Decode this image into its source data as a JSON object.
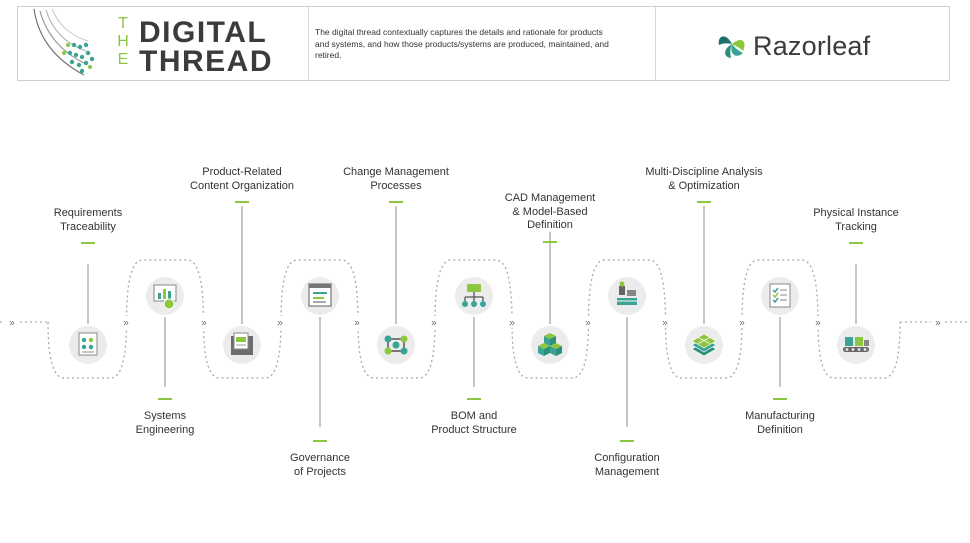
{
  "header": {
    "the_word": "T\nH\nE",
    "title_line1": "DIGITAL",
    "title_line2": "THREAD",
    "tagline": "The digital thread contextually captures the details and rationale for products and systems, and how those products/systems are produced, maintained, and retired.",
    "brand": "Razorleaf"
  },
  "colors": {
    "accent_green": "#8dc63f",
    "line_gray": "#a0a0a0",
    "icon_bg": "#ececec",
    "dark_text": "#3b3b3b",
    "icon_teal": "#3aa394"
  },
  "steps": [
    {
      "label": "Requirements\nTraceability",
      "icon": "document-checklist-icon"
    },
    {
      "label": "Systems\nEngineering",
      "icon": "gear-chart-icon"
    },
    {
      "label": "Product-Related\nContent Organization",
      "icon": "folder-documents-icon"
    },
    {
      "label": "Governance\nof Projects",
      "icon": "project-window-icon"
    },
    {
      "label": "Change Management\nProcesses",
      "icon": "process-network-icon"
    },
    {
      "label": "BOM and\nProduct Structure",
      "icon": "hierarchy-tree-icon"
    },
    {
      "label": "CAD Management\n& Model-Based\nDefinition",
      "icon": "cubes-icon"
    },
    {
      "label": "Configuration\nManagement",
      "icon": "configuration-icon"
    },
    {
      "label": "Multi-Discipline Analysis\n& Optimization",
      "icon": "layered-mesh-icon"
    },
    {
      "label": "Manufacturing\nDefinition",
      "icon": "checklist-clipboard-icon"
    },
    {
      "label": "Physical Instance\nTracking",
      "icon": "conveyor-icon"
    }
  ]
}
